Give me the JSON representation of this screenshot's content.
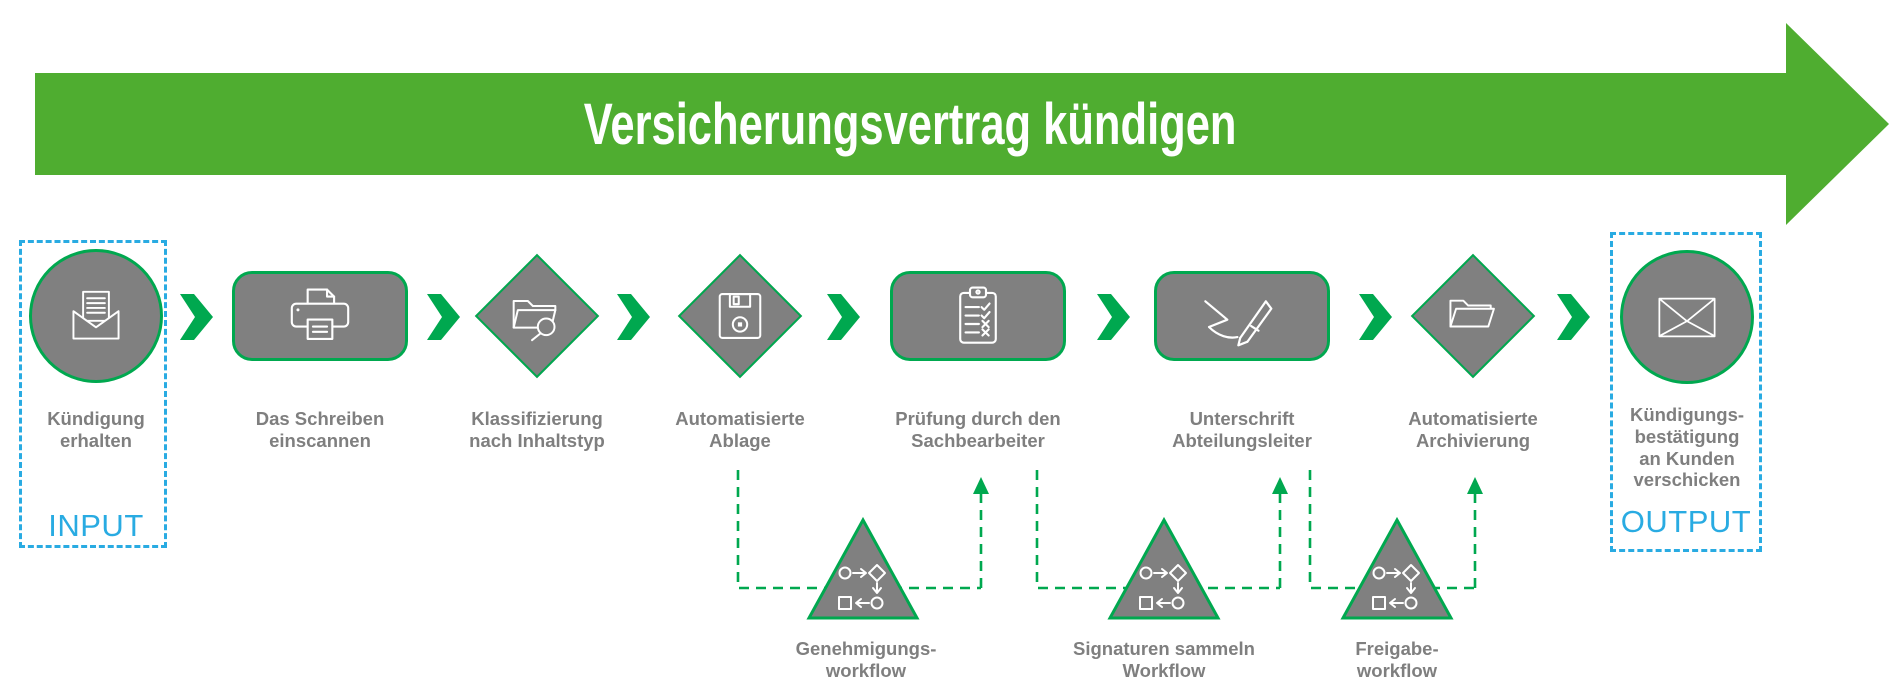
{
  "banner": {
    "title": "Versicherungsvertrag kündigen"
  },
  "io": {
    "input_label": "INPUT",
    "output_label": "OUTPUT"
  },
  "steps": [
    {
      "label": "Kündigung\nerhalten",
      "shape": "circle",
      "icon": "envelope-open-icon"
    },
    {
      "label": "Das Schreiben\neinscannen",
      "shape": "rounded-rectangle",
      "icon": "printer-icon"
    },
    {
      "label": "Klassifizierung\nnach Inhaltstyp",
      "shape": "diamond",
      "icon": "folder-search-icon"
    },
    {
      "label": "Automatisierte\nAblage",
      "shape": "diamond",
      "icon": "floppy-disk-icon"
    },
    {
      "label": "Prüfung durch den\nSachbearbeiter",
      "shape": "rounded-rectangle",
      "icon": "clipboard-checklist-icon"
    },
    {
      "label": "Unterschrift\nAbteilungsleiter",
      "shape": "rounded-rectangle",
      "icon": "pen-signature-icon"
    },
    {
      "label": "Automatisierte\nArchivierung",
      "shape": "diamond",
      "icon": "folder-open-icon"
    },
    {
      "label": "Kündigungs-\nbestätigung\nan Kunden\nverschicken",
      "shape": "circle",
      "icon": "envelope-closed-icon"
    }
  ],
  "workflows": [
    {
      "label": "Genehmigungs-\nworkflow",
      "icon": "workflow-icon"
    },
    {
      "label": "Signaturen sammeln\nWorkflow",
      "icon": "workflow-icon"
    },
    {
      "label": "Freigabe-\nworkflow",
      "icon": "workflow-icon"
    }
  ],
  "flow": {
    "chevron_icon": "chevron-right-icon",
    "chevron_count": 7
  },
  "colors": {
    "banner_green": "#4fad30",
    "accent_green": "#00a84f",
    "shape_gray": "#808080",
    "label_gray": "#7f7f7f",
    "io_blue": "#29abe2",
    "icon_white": "#ffffff"
  }
}
